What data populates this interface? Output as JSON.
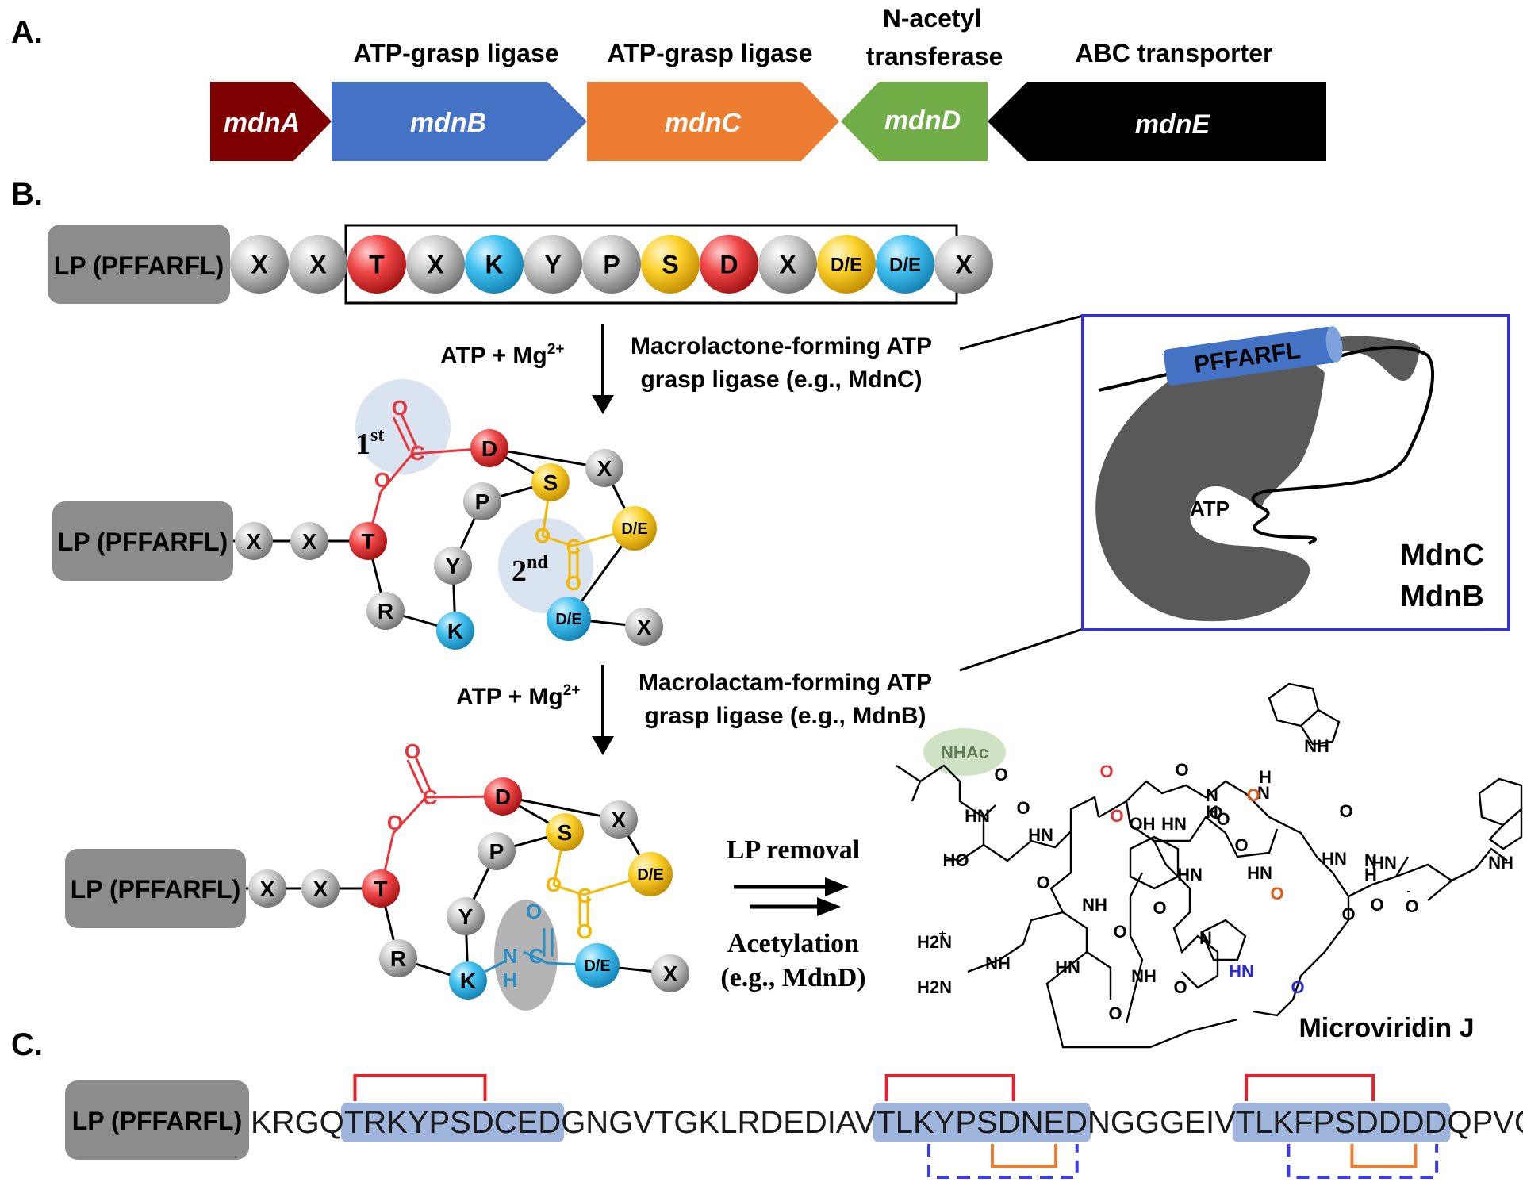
{
  "colors": {
    "mdnA": "#7f0000",
    "mdnB": "#4472c4",
    "mdnC": "#ed7d31",
    "mdnD": "#70ad47",
    "mdnE": "#000000",
    "red_ball": "#e8343a",
    "gray_ball": "#a9a9a9",
    "blue_ball": "#3ab6e6",
    "yellow_ball": "#f5c000",
    "lp_box": "#8c8c8c",
    "highlight": "#9fb5dc",
    "structure_box": "#3333cc",
    "protein": "#595959",
    "helix": "#4472c4"
  },
  "panelA": {
    "label": "A.",
    "genes": [
      {
        "name": "mdnA",
        "annotation": ""
      },
      {
        "name": "mdnB",
        "annotation": "ATP-grasp ligase"
      },
      {
        "name": "mdnC",
        "annotation": "ATP-grasp ligase"
      },
      {
        "name": "mdnD",
        "annotation_line1": "N-acetyl",
        "annotation_line2": "transferase"
      },
      {
        "name": "mdnE",
        "annotation": "ABC transporter"
      }
    ]
  },
  "panelB": {
    "label": "B.",
    "lp": "LP (PFFARFL)",
    "linear_residues": [
      "X",
      "X",
      "T",
      "X",
      "K",
      "Y",
      "P",
      "S",
      "D",
      "X",
      "D/E",
      "D/E",
      "X"
    ],
    "step1": {
      "cofactor": "ATP + Mg",
      "cofactor_sup": "2+",
      "enzyme_line1": "Macrolactone-forming ATP",
      "enzyme_line2": "grasp ligase (e.g., MdnC)"
    },
    "step2": {
      "cofactor": "ATP + Mg",
      "cofactor_sup": "2+",
      "enzyme_line1": "Macrolactam-forming ATP",
      "enzyme_line2": "grasp ligase (e.g., MdnB)"
    },
    "intermediate": {
      "residues": {
        "x1": "X",
        "x2": "X",
        "t": "T",
        "r": "R",
        "k": "K",
        "y": "Y",
        "p": "P",
        "s": "S",
        "d": "D",
        "x3": "X",
        "de1": "D/E",
        "de2": "D/E",
        "x4": "X"
      },
      "first_label": "1",
      "first_sup": "st",
      "second_label": "2",
      "second_sup": "nd",
      "atom_o": "O",
      "atom_c": "C",
      "atom_n": "N",
      "atom_h": "H"
    },
    "final_steps": {
      "lp_removal": "LP removal",
      "acetylation": "Acetylation",
      "acetylation_example": "(e.g., MdnD)"
    },
    "structure_panel": {
      "helix_label": "PFFARFL",
      "atp_label": "ATP",
      "enzyme1": "MdnC",
      "enzyme2": "MdnB"
    },
    "product": {
      "name": "Microviridin J",
      "labels": [
        "NHAc",
        "O",
        "O",
        "O",
        "NH",
        "H",
        "N",
        "O",
        "N",
        "H",
        "O",
        "OH",
        "HN",
        "O",
        "HN",
        "O",
        "HN",
        "O",
        "HO",
        "HN",
        "O",
        "N",
        "H",
        "O",
        "HN",
        "O",
        "HN",
        "HN",
        "O",
        "NH",
        "O",
        "O",
        "O",
        "NH",
        "N",
        "H2N",
        "+",
        "NH",
        "H2N",
        "HN",
        "O",
        "NH",
        "O",
        "HN",
        "O",
        "O",
        "O",
        "-"
      ]
    }
  },
  "panelC": {
    "label": "C.",
    "lp": "LP (PFFARFL)",
    "segments": [
      {
        "text": "KRGQ",
        "highlight": false
      },
      {
        "text": "TRKYPSDCED",
        "highlight": true
      },
      {
        "text": "GNGVTGKLRDEDIAV",
        "highlight": false
      },
      {
        "text": "TLKYPSDNED",
        "highlight": true
      },
      {
        "text": "NGGGEIV",
        "highlight": false
      },
      {
        "text": "TLKFPSDDDD",
        "highlight": true
      },
      {
        "text": "QPVG",
        "highlight": false
      }
    ]
  }
}
